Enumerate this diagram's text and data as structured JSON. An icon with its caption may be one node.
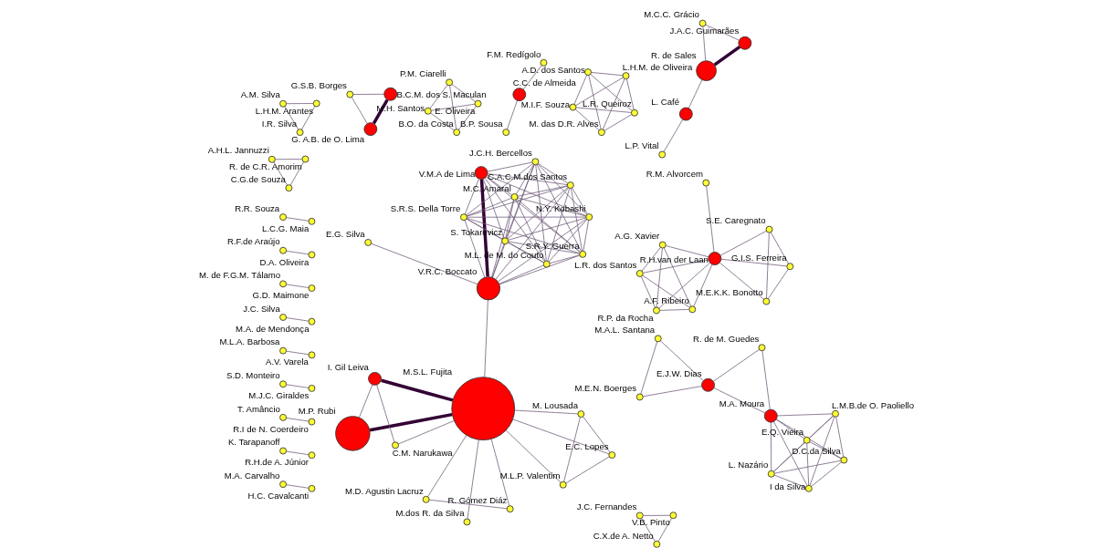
{
  "diagram": {
    "nodes": [
      {
        "text": [],
        "shape": "circle",
        "beside": [
          "M.P. Rubi"
        ]
      },
      {
        "text": [],
        "shape": "circle",
        "beside": [
          "E.C. Lopes"
        ]
      },
      {
        "text": [],
        "shape": "circle",
        "beside": [
          "M.L.P. Valentim"
        ]
      },
      {
        "text": [],
        "shape": "circle",
        "beside": [
          "I. Gil Leiva"
        ]
      },
      {
        "text": [],
        "shape": "circle",
        "beside": [
          "M. Lousada"
        ]
      },
      {
        "text": [],
        "shape": "circle",
        "beside": [
          "M.S.L. Fujita"
        ]
      },
      {
        "text": [],
        "shape": "circle",
        "beside": [
          "M.D. Agustin Lacruz"
        ]
      },
      {
        "text": [],
        "shape": "circle",
        "beside": [
          "R. Gómez Diáz"
        ]
      },
      {
        "text": [],
        "shape": "circle",
        "beside": [
          "M.dos R. da Silva"
        ]
      },
      {
        "text": [],
        "shape": "circle",
        "beside": [
          "C.M. Narukawa"
        ]
      },
      {
        "text": [],
        "shape": "circle",
        "beside": [
          "V.R.C. Boccato"
        ]
      },
      {
        "text": [],
        "shape": "circle",
        "beside": [
          "E.G. Silva"
        ]
      },
      {
        "text": [],
        "shape": "circle",
        "beside": [
          "N.Y. Kobashi"
        ]
      },
      {
        "text": [],
        "shape": "circle",
        "beside": [
          "C.A.C.M.dos Santos"
        ]
      },
      {
        "text": [],
        "shape": "circle",
        "beside": [
          "J.C.H. Bercellos"
        ]
      },
      {
        "text": [],
        "shape": "circle",
        "beside": [
          "M.L. de M. do Couto"
        ]
      },
      {
        "text": [],
        "shape": "circle",
        "beside": [
          "S.R.Y. Guerra"
        ]
      },
      {
        "text": [],
        "shape": "circle",
        "beside": [
          "V.M.A de Lima"
        ]
      },
      {
        "text": [],
        "shape": "circle",
        "beside": [
          "S.R.S. Della Torre"
        ]
      },
      {
        "text": [],
        "shape": "circle",
        "beside": [
          "M.C. Amaral"
        ]
      },
      {
        "text": [],
        "shape": "circle",
        "beside": [
          "S. Tokarevicz"
        ]
      },
      {
        "text": [],
        "shape": "circle",
        "beside": [
          "G.I.S. Ferreira"
        ]
      },
      {
        "text": [],
        "shape": "circle",
        "beside": [
          "S.E. Caregnato"
        ]
      },
      {
        "text": [],
        "shape": "circle",
        "beside": [
          "M.E.K.K. Bonotto"
        ]
      },
      {
        "text": [],
        "shape": "circle",
        "beside": [
          "R.M. Alvorcem"
        ]
      },
      {
        "text": [],
        "shape": "circle",
        "beside": [
          "R.H.van der Laan"
        ]
      },
      {
        "text": [],
        "shape": "circle",
        "beside": [
          "A.G. Xavier"
        ]
      },
      {
        "text": [],
        "shape": "circle",
        "beside": [
          "L.R. dos Santos"
        ]
      },
      {
        "text": [],
        "shape": "circle",
        "beside": [
          "A.F. Ribeiro"
        ]
      },
      {
        "text": [],
        "shape": "circle",
        "beside": [
          "R.P. da Rocha"
        ]
      },
      {
        "text": [],
        "shape": "circle",
        "beside": [
          "R.R. Souza"
        ]
      },
      {
        "text": [],
        "shape": "circle",
        "beside": [
          "L.C.G. Maia"
        ]
      },
      {
        "text": [],
        "shape": "circle",
        "beside": [
          "R.F.de Araújo"
        ]
      },
      {
        "text": [],
        "shape": "circle",
        "beside": [
          "D.A. Oliveira"
        ]
      },
      {
        "text": [],
        "shape": "circle",
        "beside": [
          "M. de F.G.M. Tálamo"
        ]
      },
      {
        "text": [],
        "shape": "circle",
        "beside": [
          "G.D. Maimone"
        ]
      },
      {
        "text": [],
        "shape": "circle",
        "beside": [
          "J.C. Silva"
        ]
      },
      {
        "text": [],
        "shape": "circle",
        "beside": [
          "M.A. de Mendonça"
        ]
      },
      {
        "text": [],
        "shape": "circle",
        "beside": [
          "M.L.A. Barbosa"
        ]
      },
      {
        "text": [],
        "shape": "circle",
        "beside": [
          "A.V. Varela"
        ]
      },
      {
        "text": [],
        "shape": "circle",
        "beside": [
          "S.D. Monteiro"
        ]
      },
      {
        "text": [],
        "shape": "circle",
        "beside": [
          "M.J.C. Giraldes"
        ]
      },
      {
        "text": [],
        "shape": "circle",
        "beside": [
          "T. Amâncio"
        ]
      },
      {
        "text": [],
        "shape": "circle",
        "beside": [
          "R.I de N. Coerdeiro"
        ]
      },
      {
        "text": [],
        "shape": "circle",
        "beside": [
          "K. Tarapanoff"
        ]
      },
      {
        "text": [],
        "shape": "circle",
        "beside": [
          "R.H.de A. Júnior"
        ]
      },
      {
        "text": [],
        "shape": "circle",
        "beside": [
          "M.A. Carvalho"
        ]
      },
      {
        "text": [],
        "shape": "circle",
        "beside": [
          "H.C. Cavalcanti"
        ]
      },
      {
        "text": [],
        "shape": "circle",
        "beside": [
          "A.M. Silva"
        ]
      },
      {
        "text": [],
        "shape": "circle",
        "beside": [
          "L.H.M. Arantes"
        ]
      },
      {
        "text": [],
        "shape": "circle",
        "beside": [
          "I.R. Silva"
        ]
      },
      {
        "text": [],
        "shape": "circle",
        "beside": [
          "J.C. Fernandes"
        ]
      },
      {
        "text": [],
        "shape": "circle",
        "beside": [
          "V.B. Pinto"
        ]
      },
      {
        "text": [],
        "shape": "circle",
        "beside": [
          "C.X.de A. Netto"
        ]
      },
      {
        "text": [],
        "shape": "circle",
        "beside": [
          "C.C. de Almeida"
        ]
      },
      {
        "text": [],
        "shape": "circle",
        "beside": [
          "F.M. Redígolo"
        ]
      },
      {
        "text": [],
        "shape": "circle",
        "beside": [
          "B.P. Sousa"
        ]
      },
      {
        "text": [],
        "shape": "circle",
        "beside": [
          "M.C.C. Grácio"
        ]
      },
      {
        "text": [],
        "shape": "circle",
        "beside": [
          "R. de Sales"
        ]
      },
      {
        "text": [],
        "shape": "circle",
        "beside": [
          "L.P. Vital"
        ]
      },
      {
        "text": [],
        "shape": "circle",
        "beside": [
          "L. Café"
        ]
      },
      {
        "text": [],
        "shape": "circle",
        "beside": [
          "J.A.C. Guimarães"
        ]
      },
      {
        "text": [],
        "shape": "circle",
        "beside": [
          "G.S.B. Borges"
        ]
      },
      {
        "text": [],
        "shape": "circle",
        "beside": [
          "B.C.M. dos S. Maculan"
        ]
      },
      {
        "text": [],
        "shape": "circle",
        "beside": [
          "G. A.B. de O. Lima"
        ]
      },
      {
        "text": [],
        "shape": "circle",
        "beside": [
          "A.H.L. Jannuzzi"
        ]
      },
      {
        "text": [],
        "shape": "circle",
        "beside": [
          "R. de C.R. Amorim"
        ]
      },
      {
        "text": [],
        "shape": "circle",
        "beside": [
          "C.G.de Souza"
        ]
      },
      {
        "text": [],
        "shape": "circle",
        "beside": [
          "E.Q. Vieira"
        ]
      },
      {
        "text": [],
        "shape": "circle",
        "beside": [
          "R. de M. Guedes"
        ]
      },
      {
        "text": [],
        "shape": "circle",
        "beside": [
          "M.A. Moura"
        ]
      },
      {
        "text": [],
        "shape": "circle",
        "beside": [
          "M.A.L. Santana"
        ]
      },
      {
        "text": [],
        "shape": "circle",
        "beside": [
          "L.M.B.de O. Paoliello"
        ]
      },
      {
        "text": [],
        "shape": "circle",
        "beside": [
          "M.E.N. Boerges"
        ]
      },
      {
        "text": [],
        "shape": "circle",
        "beside": [
          "E.J.W. Dias"
        ]
      },
      {
        "text": [],
        "shape": "circle",
        "beside": [
          "D.C.da Silva"
        ]
      },
      {
        "text": [],
        "shape": "circle",
        "beside": [
          "L. Nazário"
        ]
      },
      {
        "text": [],
        "shape": "circle",
        "beside": [
          "I da Silva"
        ]
      },
      {
        "text": [],
        "shape": "circle",
        "beside": [
          "M.I.F. Souza"
        ]
      },
      {
        "text": [],
        "shape": "circle",
        "beside": [
          "L.R. Queiroz"
        ]
      },
      {
        "text": [],
        "shape": "circle",
        "beside": [
          "M. das D.R. Alves"
        ]
      },
      {
        "text": [],
        "shape": "circle",
        "beside": [
          "A.D. dos Santos"
        ]
      },
      {
        "text": [],
        "shape": "circle",
        "beside": [
          "L.H.M. de Oliveira"
        ]
      },
      {
        "text": [],
        "shape": "circle",
        "beside": [
          "M.H. Santos"
        ]
      },
      {
        "text": [],
        "shape": "circle",
        "beside": [
          "E. Oliveira"
        ]
      },
      {
        "text": [],
        "shape": "circle",
        "beside": [
          "B.O. da Costa"
        ]
      },
      {
        "text": [],
        "shape": "circle",
        "beside": [
          "P.M. Ciarelli"
        ]
      }
    ],
    "edges": [
      {
        "from": 0,
        "to": 5,
        "arrow": "none",
        "style": "thick",
        "color": "#330033"
      },
      {
        "from": 0,
        "to": 3,
        "arrow": "none"
      },
      {
        "from": 3,
        "to": 5,
        "arrow": "none",
        "style": "thick",
        "color": "#330033"
      },
      {
        "from": 3,
        "to": 9,
        "arrow": "none"
      },
      {
        "from": 5,
        "to": 1,
        "arrow": "none"
      },
      {
        "from": 5,
        "to": 2,
        "arrow": "none"
      },
      {
        "from": 5,
        "to": 4,
        "arrow": "none"
      },
      {
        "from": 5,
        "to": 6,
        "arrow": "none"
      },
      {
        "from": 5,
        "to": 7,
        "arrow": "none"
      },
      {
        "from": 5,
        "to": 8,
        "arrow": "none"
      },
      {
        "from": 5,
        "to": 9,
        "arrow": "none"
      },
      {
        "from": 5,
        "to": 10,
        "arrow": "none"
      },
      {
        "from": 1,
        "to": 2,
        "arrow": "none"
      },
      {
        "from": 1,
        "to": 4,
        "arrow": "none"
      },
      {
        "from": 2,
        "to": 4,
        "arrow": "none"
      },
      {
        "from": 6,
        "to": 7,
        "arrow": "none"
      },
      {
        "from": 10,
        "to": 11,
        "arrow": "none"
      },
      {
        "from": 10,
        "to": 12,
        "arrow": "none"
      },
      {
        "from": 10,
        "to": 13,
        "arrow": "none"
      },
      {
        "from": 10,
        "to": 14,
        "arrow": "none"
      },
      {
        "from": 10,
        "to": 15,
        "arrow": "none"
      },
      {
        "from": 10,
        "to": 16,
        "arrow": "none"
      },
      {
        "from": 10,
        "to": 17,
        "arrow": "none",
        "style": "thick",
        "color": "#330033"
      },
      {
        "from": 10,
        "to": 18,
        "arrow": "none"
      },
      {
        "from": 10,
        "to": 19,
        "arrow": "none"
      },
      {
        "from": 10,
        "to": 20,
        "arrow": "none"
      },
      {
        "from": 12,
        "to": 13,
        "arrow": "none"
      },
      {
        "from": 12,
        "to": 14,
        "arrow": "none"
      },
      {
        "from": 12,
        "to": 15,
        "arrow": "none"
      },
      {
        "from": 12,
        "to": 16,
        "arrow": "none"
      },
      {
        "from": 12,
        "to": 17,
        "arrow": "none"
      },
      {
        "from": 12,
        "to": 18,
        "arrow": "none"
      },
      {
        "from": 12,
        "to": 19,
        "arrow": "none"
      },
      {
        "from": 12,
        "to": 20,
        "arrow": "none"
      },
      {
        "from": 13,
        "to": 14,
        "arrow": "none"
      },
      {
        "from": 13,
        "to": 15,
        "arrow": "none"
      },
      {
        "from": 13,
        "to": 16,
        "arrow": "none"
      },
      {
        "from": 13,
        "to": 17,
        "arrow": "none"
      },
      {
        "from": 13,
        "to": 18,
        "arrow": "none"
      },
      {
        "from": 13,
        "to": 19,
        "arrow": "none"
      },
      {
        "from": 13,
        "to": 20,
        "arrow": "none"
      },
      {
        "from": 14,
        "to": 15,
        "arrow": "none"
      },
      {
        "from": 14,
        "to": 16,
        "arrow": "none"
      },
      {
        "from": 14,
        "to": 17,
        "arrow": "none"
      },
      {
        "from": 14,
        "to": 18,
        "arrow": "none"
      },
      {
        "from": 14,
        "to": 19,
        "arrow": "none"
      },
      {
        "from": 14,
        "to": 20,
        "arrow": "none"
      },
      {
        "from": 15,
        "to": 16,
        "arrow": "none"
      },
      {
        "from": 15,
        "to": 17,
        "arrow": "none"
      },
      {
        "from": 15,
        "to": 18,
        "arrow": "none"
      },
      {
        "from": 15,
        "to": 19,
        "arrow": "none"
      },
      {
        "from": 15,
        "to": 20,
        "arrow": "none"
      },
      {
        "from": 16,
        "to": 17,
        "arrow": "none"
      },
      {
        "from": 16,
        "to": 18,
        "arrow": "none"
      },
      {
        "from": 16,
        "to": 19,
        "arrow": "none"
      },
      {
        "from": 16,
        "to": 20,
        "arrow": "none"
      },
      {
        "from": 17,
        "to": 18,
        "arrow": "none"
      },
      {
        "from": 17,
        "to": 19,
        "arrow": "none"
      },
      {
        "from": 17,
        "to": 20,
        "arrow": "none"
      },
      {
        "from": 18,
        "to": 19,
        "arrow": "none"
      },
      {
        "from": 18,
        "to": 20,
        "arrow": "none"
      },
      {
        "from": 19,
        "to": 20,
        "arrow": "none"
      },
      {
        "from": 21,
        "to": 22,
        "arrow": "none"
      },
      {
        "from": 21,
        "to": 23,
        "arrow": "none"
      },
      {
        "from": 21,
        "to": 25,
        "arrow": "none"
      },
      {
        "from": 22,
        "to": 23,
        "arrow": "none"
      },
      {
        "from": 22,
        "to": 25,
        "arrow": "none"
      },
      {
        "from": 23,
        "to": 25,
        "arrow": "none"
      },
      {
        "from": 24,
        "to": 25,
        "arrow": "none"
      },
      {
        "from": 25,
        "to": 26,
        "arrow": "none"
      },
      {
        "from": 25,
        "to": 27,
        "arrow": "none"
      },
      {
        "from": 25,
        "to": 28,
        "arrow": "none"
      },
      {
        "from": 25,
        "to": 29,
        "arrow": "none"
      },
      {
        "from": 26,
        "to": 27,
        "arrow": "none"
      },
      {
        "from": 26,
        "to": 28,
        "arrow": "none"
      },
      {
        "from": 26,
        "to": 29,
        "arrow": "none"
      },
      {
        "from": 27,
        "to": 28,
        "arrow": "none"
      },
      {
        "from": 27,
        "to": 29,
        "arrow": "none"
      },
      {
        "from": 28,
        "to": 29,
        "arrow": "none"
      },
      {
        "from": 30,
        "to": 31,
        "arrow": "none"
      },
      {
        "from": 32,
        "to": 33,
        "arrow": "none"
      },
      {
        "from": 34,
        "to": 35,
        "arrow": "none"
      },
      {
        "from": 36,
        "to": 37,
        "arrow": "none"
      },
      {
        "from": 38,
        "to": 39,
        "arrow": "none"
      },
      {
        "from": 40,
        "to": 41,
        "arrow": "none"
      },
      {
        "from": 42,
        "to": 43,
        "arrow": "none"
      },
      {
        "from": 44,
        "to": 45,
        "arrow": "none"
      },
      {
        "from": 46,
        "to": 47,
        "arrow": "none"
      },
      {
        "from": 48,
        "to": 49,
        "arrow": "none"
      },
      {
        "from": 48,
        "to": 50,
        "arrow": "none"
      },
      {
        "from": 49,
        "to": 50,
        "arrow": "none"
      },
      {
        "from": 51,
        "to": 52,
        "arrow": "none"
      },
      {
        "from": 51,
        "to": 53,
        "arrow": "none"
      },
      {
        "from": 52,
        "to": 53,
        "arrow": "none"
      },
      {
        "from": 54,
        "to": 55,
        "arrow": "none"
      },
      {
        "from": 54,
        "to": 56,
        "arrow": "none"
      },
      {
        "from": 57,
        "to": 58,
        "arrow": "none"
      },
      {
        "from": 57,
        "to": 61,
        "arrow": "none"
      },
      {
        "from": 58,
        "to": 61,
        "arrow": "none",
        "style": "thick",
        "color": "#330033"
      },
      {
        "from": 58,
        "to": 60,
        "arrow": "none"
      },
      {
        "from": 60,
        "to": 59,
        "arrow": "none"
      },
      {
        "from": 62,
        "to": 63,
        "arrow": "none"
      },
      {
        "from": 62,
        "to": 64,
        "arrow": "none"
      },
      {
        "from": 63,
        "to": 64,
        "arrow": "none",
        "style": "thick",
        "color": "#330033"
      },
      {
        "from": 65,
        "to": 66,
        "arrow": "none"
      },
      {
        "from": 65,
        "to": 67,
        "arrow": "none"
      },
      {
        "from": 66,
        "to": 67,
        "arrow": "none"
      },
      {
        "from": 68,
        "to": 72,
        "arrow": "none"
      },
      {
        "from": 68,
        "to": 70,
        "arrow": "none"
      },
      {
        "from": 68,
        "to": 77,
        "arrow": "none"
      },
      {
        "from": 68,
        "to": 75,
        "arrow": "none"
      },
      {
        "from": 68,
        "to": 76,
        "arrow": "none"
      },
      {
        "from": 69,
        "to": 70,
        "arrow": "none"
      },
      {
        "from": 69,
        "to": 74,
        "arrow": "none"
      },
      {
        "from": 70,
        "to": 72,
        "arrow": "none"
      },
      {
        "from": 70,
        "to": 75,
        "arrow": "none"
      },
      {
        "from": 70,
        "to": 77,
        "arrow": "none"
      },
      {
        "from": 70,
        "to": 76,
        "arrow": "none"
      },
      {
        "from": 70,
        "to": 74,
        "arrow": "none"
      },
      {
        "from": 72,
        "to": 75,
        "arrow": "none"
      },
      {
        "from": 72,
        "to": 76,
        "arrow": "none"
      },
      {
        "from": 72,
        "to": 77,
        "arrow": "none"
      },
      {
        "from": 75,
        "to": 76,
        "arrow": "none"
      },
      {
        "from": 75,
        "to": 77,
        "arrow": "none"
      },
      {
        "from": 76,
        "to": 77,
        "arrow": "none"
      },
      {
        "from": 74,
        "to": 71,
        "arrow": "none"
      },
      {
        "from": 74,
        "to": 73,
        "arrow": "none"
      },
      {
        "from": 71,
        "to": 73,
        "arrow": "none"
      },
      {
        "from": 78,
        "to": 79,
        "arrow": "none"
      },
      {
        "from": 78,
        "to": 80,
        "arrow": "none"
      },
      {
        "from": 78,
        "to": 81,
        "arrow": "none"
      },
      {
        "from": 78,
        "to": 82,
        "arrow": "none"
      },
      {
        "from": 79,
        "to": 80,
        "arrow": "none"
      },
      {
        "from": 79,
        "to": 81,
        "arrow": "none"
      },
      {
        "from": 79,
        "to": 82,
        "arrow": "none"
      },
      {
        "from": 81,
        "to": 80,
        "arrow": "none"
      },
      {
        "from": 81,
        "to": 82,
        "arrow": "none"
      },
      {
        "from": 80,
        "to": 82,
        "arrow": "none"
      },
      {
        "from": 83,
        "to": 84,
        "arrow": "none"
      },
      {
        "from": 83,
        "to": 85,
        "arrow": "none"
      },
      {
        "from": 83,
        "to": 86,
        "arrow": "none"
      },
      {
        "from": 84,
        "to": 85,
        "arrow": "none"
      },
      {
        "from": 84,
        "to": 86,
        "arrow": "none"
      },
      {
        "from": 85,
        "to": 86,
        "arrow": "none"
      }
    ]
  }
}
